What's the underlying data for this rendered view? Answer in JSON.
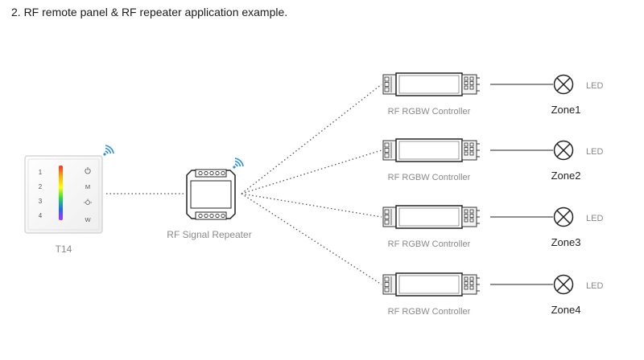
{
  "heading": "2. RF remote panel & RF repeater application example.",
  "panel": {
    "label": "T14",
    "keys_left": [
      "1",
      "2",
      "3",
      "4"
    ],
    "keys_right": [
      "M",
      "W"
    ]
  },
  "repeater": {
    "label": "RF Signal Repeater"
  },
  "zones": [
    {
      "controller_label": "RF RGBW Controller",
      "led_label": "LED",
      "zone_label": "Zone1"
    },
    {
      "controller_label": "RF RGBW Controller",
      "led_label": "LED",
      "zone_label": "Zone2"
    },
    {
      "controller_label": "RF RGBW Controller",
      "led_label": "LED",
      "zone_label": "Zone3"
    },
    {
      "controller_label": "RF RGBW Controller",
      "led_label": "LED",
      "zone_label": "Zone4"
    }
  ],
  "colors": {
    "wifi": "#2a8fd6",
    "line": "#555555",
    "label_gray": "#8a8a8a"
  },
  "icons": [
    "wifi-signal-icon",
    "power-icon",
    "brightness-icon",
    "led-lamp-icon"
  ]
}
